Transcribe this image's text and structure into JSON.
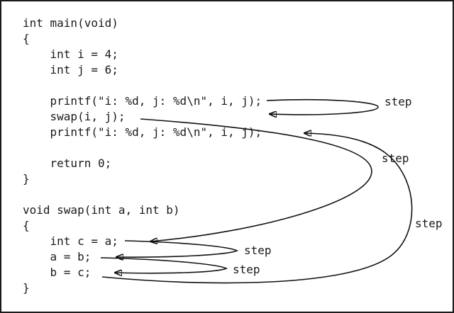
{
  "diagram": {
    "colors": {
      "text": "#1a1a1a",
      "arrow": "#111111",
      "background": "#ffffff",
      "border": "#1a1a1a"
    },
    "code_lines": [
      "int main(void)",
      "{",
      "    int i = 4;",
      "    int j = 6;",
      "",
      "    printf(\"i: %d, j: %d\\n\", i, j);",
      "    swap(i, j);",
      "    printf(\"i: %d, j: %d\\n\", i, j);",
      "",
      "    return 0;",
      "}",
      "",
      "void swap(int a, int b)",
      "{",
      "    int c = a;",
      "    a = b;",
      "    b = c;",
      "}"
    ],
    "step_labels": [
      {
        "text": "step"
      },
      {
        "text": "step"
      },
      {
        "text": "step"
      },
      {
        "text": "step"
      },
      {
        "text": "step"
      }
    ]
  }
}
